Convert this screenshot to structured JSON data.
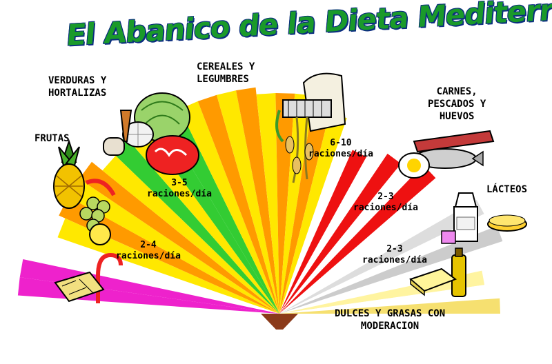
{
  "title": "El Abanico de la Dieta Mediterránea",
  "groups": {
    "verduras": "VERDURAS Y\nHORTALIZAS",
    "cereales": "CEREALES Y\nLEGUMBRES",
    "frutas": "FRUTAS",
    "carnes": "CARNES,\nPESCADOS Y\nHUEVOS",
    "lacteos": "LÁCTEOS",
    "dulces": "DULCES Y GRASAS CON\nMODERACION"
  },
  "portions": {
    "verduras": {
      "n": "3-5",
      "unit": "raciones/día"
    },
    "cereales": {
      "n": "6-10",
      "unit": "raciones/día"
    },
    "frutas": {
      "n": "2-4",
      "unit": "raciones/día"
    },
    "carnes": {
      "n": "2-3",
      "unit": "raciones/día"
    },
    "lacteos": {
      "n": "2-3",
      "unit": "raciones/día"
    }
  },
  "colors": {
    "title_green": "#1a9a2a",
    "title_outline": "#0a2c80",
    "yellow": "#ffe800",
    "orange": "#ff9a00",
    "green": "#33cc33",
    "red": "#ee1111",
    "magenta": "#ee22cc",
    "handle": "#8b3a1a"
  }
}
